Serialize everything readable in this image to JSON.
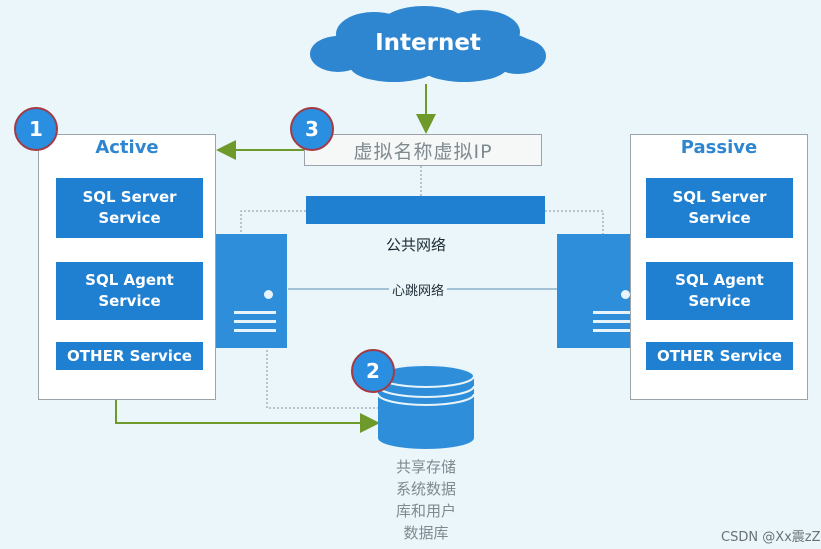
{
  "internet": {
    "label": "Internet"
  },
  "virtual_ip": {
    "label": "虚拟名称虚拟IP"
  },
  "public_network": {
    "label": "公共网络"
  },
  "heartbeat_network": {
    "label": "心跳网络"
  },
  "active": {
    "title": "Active",
    "services": [
      "SQL Server\nService",
      "SQL Agent\nService",
      "OTHER Service"
    ]
  },
  "passive": {
    "title": "Passive",
    "services": [
      "SQL Server\nService",
      "SQL Agent\nService",
      "OTHER Service"
    ]
  },
  "badges": [
    "1",
    "2",
    "3"
  ],
  "storage": {
    "label": "共享存储\n系统数据\n库和用户\n数据库"
  },
  "watermark": "CSDN @Xx震zZ",
  "colors": {
    "accent": "#1f7fd1",
    "cloud": "#2e86d0",
    "arrow": "#6e9a2c",
    "badge_border": "#a33a44"
  }
}
